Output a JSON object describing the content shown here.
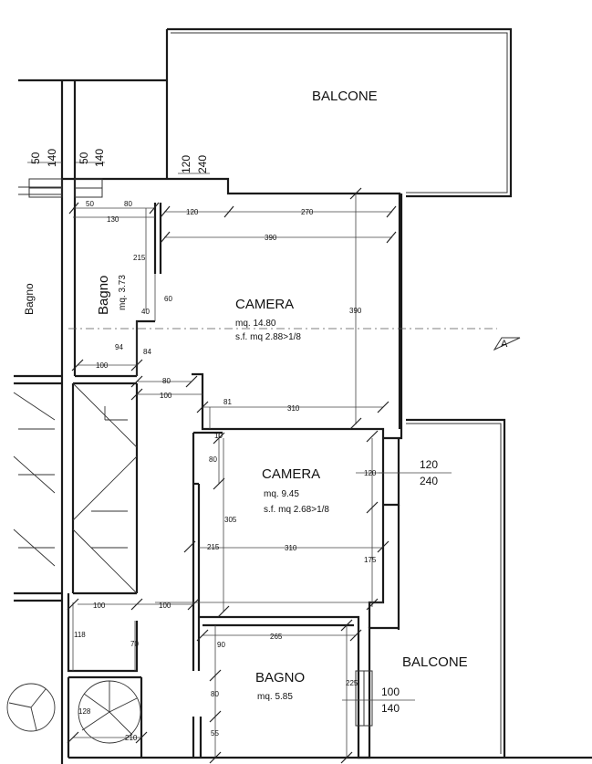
{
  "rooms": {
    "balcone_top": "BALCONE",
    "camera_1": {
      "name": "CAMERA",
      "area": "mq. 14.80",
      "sf": "s.f. mq 2.88>1/8"
    },
    "camera_2": {
      "name": "CAMERA",
      "area": "mq. 9.45",
      "sf": "s.f. mq 2.68>1/8"
    },
    "bagno_small": {
      "name": "Bagno",
      "area": "mq. 3.73"
    },
    "bagno_left": "Bagno",
    "bagno_bottom": {
      "name": "BAGNO",
      "area": "mq. 5.85"
    },
    "balcone_right": "BALCONE"
  },
  "section_marker": "A",
  "window_labels": {
    "w1_top": "50",
    "w1_bot": "140",
    "w2_top": "50",
    "w2_bot": "140",
    "w3_top": "120",
    "w3_bot": "240",
    "w4_top": "120",
    "w4_bot": "240",
    "w5_top": "100",
    "w5_bot": "140"
  },
  "dimensions": {
    "d50": "50",
    "d80a": "80",
    "d130": "130",
    "d120a": "120",
    "d270": "270",
    "d390h": "390",
    "d390v": "390",
    "d215a": "215",
    "d60": "60",
    "d40": "40",
    "d94": "94",
    "d84": "84",
    "d100a": "100",
    "d80b": "80",
    "d100b": "100",
    "d81": "81",
    "d310a": "310",
    "d10": "10",
    "d80c": "80",
    "d120b": "120",
    "d305": "305",
    "d215b": "215",
    "d310b": "310",
    "d175": "175",
    "d100c": "100",
    "d100d": "100",
    "d118": "118",
    "d70": "70",
    "d265": "265",
    "d90": "90",
    "d225": "225",
    "d80d": "80",
    "d128": "128",
    "d210": "210",
    "d55": "55"
  }
}
